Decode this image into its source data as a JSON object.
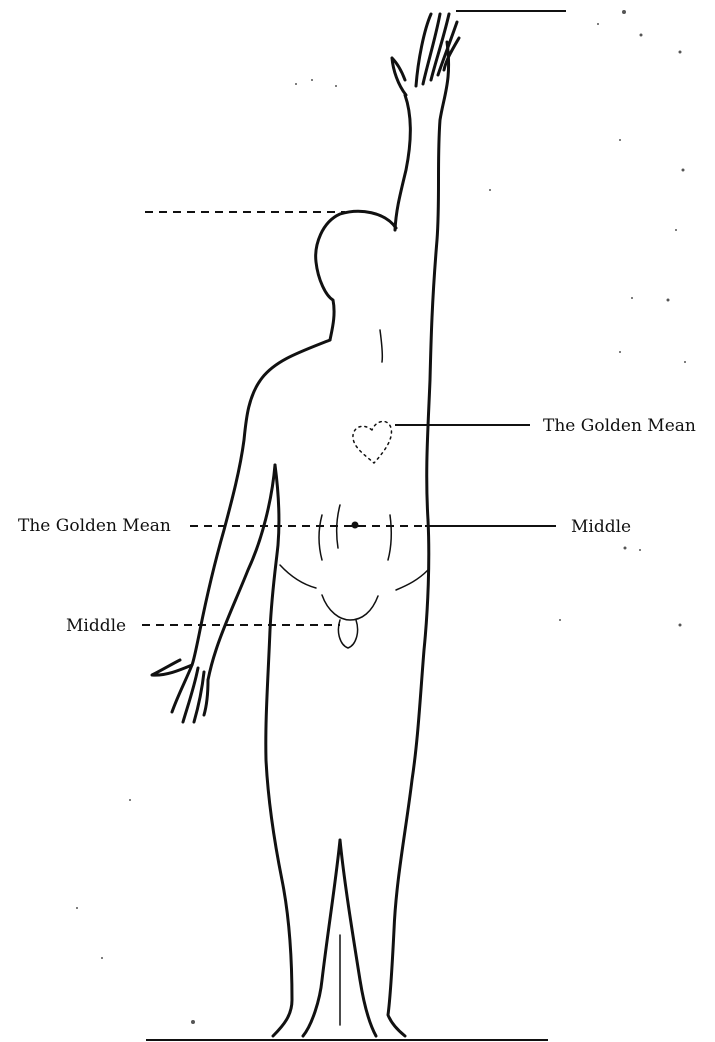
{
  "labels": {
    "golden_mean_right": "The Golden Mean",
    "golden_mean_left": "The Golden Mean",
    "middle_right": "Middle",
    "middle_left": "Middle"
  }
}
